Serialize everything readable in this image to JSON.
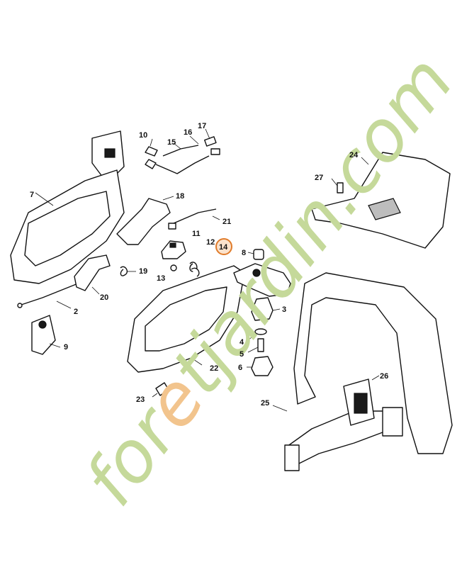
{
  "watermark": {
    "text_green_1": "for",
    "text_orange": "e",
    "text_green_2": "tjardin.com",
    "green": "#c5d99a",
    "orange": "#f2c48d"
  },
  "highlight_color": "#e07b2a",
  "callouts": {
    "c1": "2",
    "c2": "3",
    "c3": "4",
    "c4": "5",
    "c5": "6",
    "c6": "7",
    "c7": "8",
    "c8": "9",
    "c9": "10",
    "c10": "11",
    "c11": "12",
    "c12": "13",
    "c13": "14",
    "c14": "15",
    "c15": "16",
    "c16": "17",
    "c17": "18",
    "c18": "19",
    "c19": "20",
    "c20": "21",
    "c21": "22",
    "c22": "23",
    "c23": "24",
    "c24": "25",
    "c25": "26",
    "c26": "27"
  }
}
